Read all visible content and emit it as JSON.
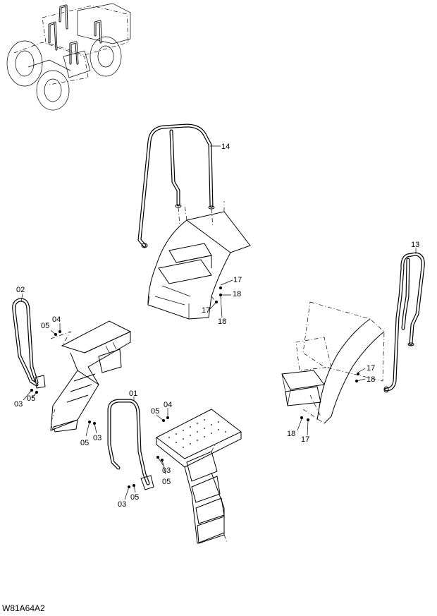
{
  "drawing_code": "W81A64A2",
  "callouts": {
    "handrail_front_top": "14",
    "handrail_right": "13",
    "handrail_left_rear": "02",
    "handrail_left_front": "01",
    "c17_top": "17",
    "c18_top": "18",
    "c17_top_b": "17",
    "c18_top_b": "18",
    "c17_right": "17",
    "c18_right": "18",
    "c18_right_b": "18",
    "c17_right_b": "17",
    "c05_left_top": "05",
    "c04_left_top": "04",
    "c03_left_bottom": "03",
    "c05_left_bottom": "05",
    "c05_left_mid": "05",
    "c03_left_mid": "03",
    "c05_step_top": "05",
    "c04_step_top": "04",
    "c03_step_mid": "03",
    "c05_step_mid": "05",
    "c03_step_bottom": "03",
    "c05_step_bottom": "05"
  }
}
